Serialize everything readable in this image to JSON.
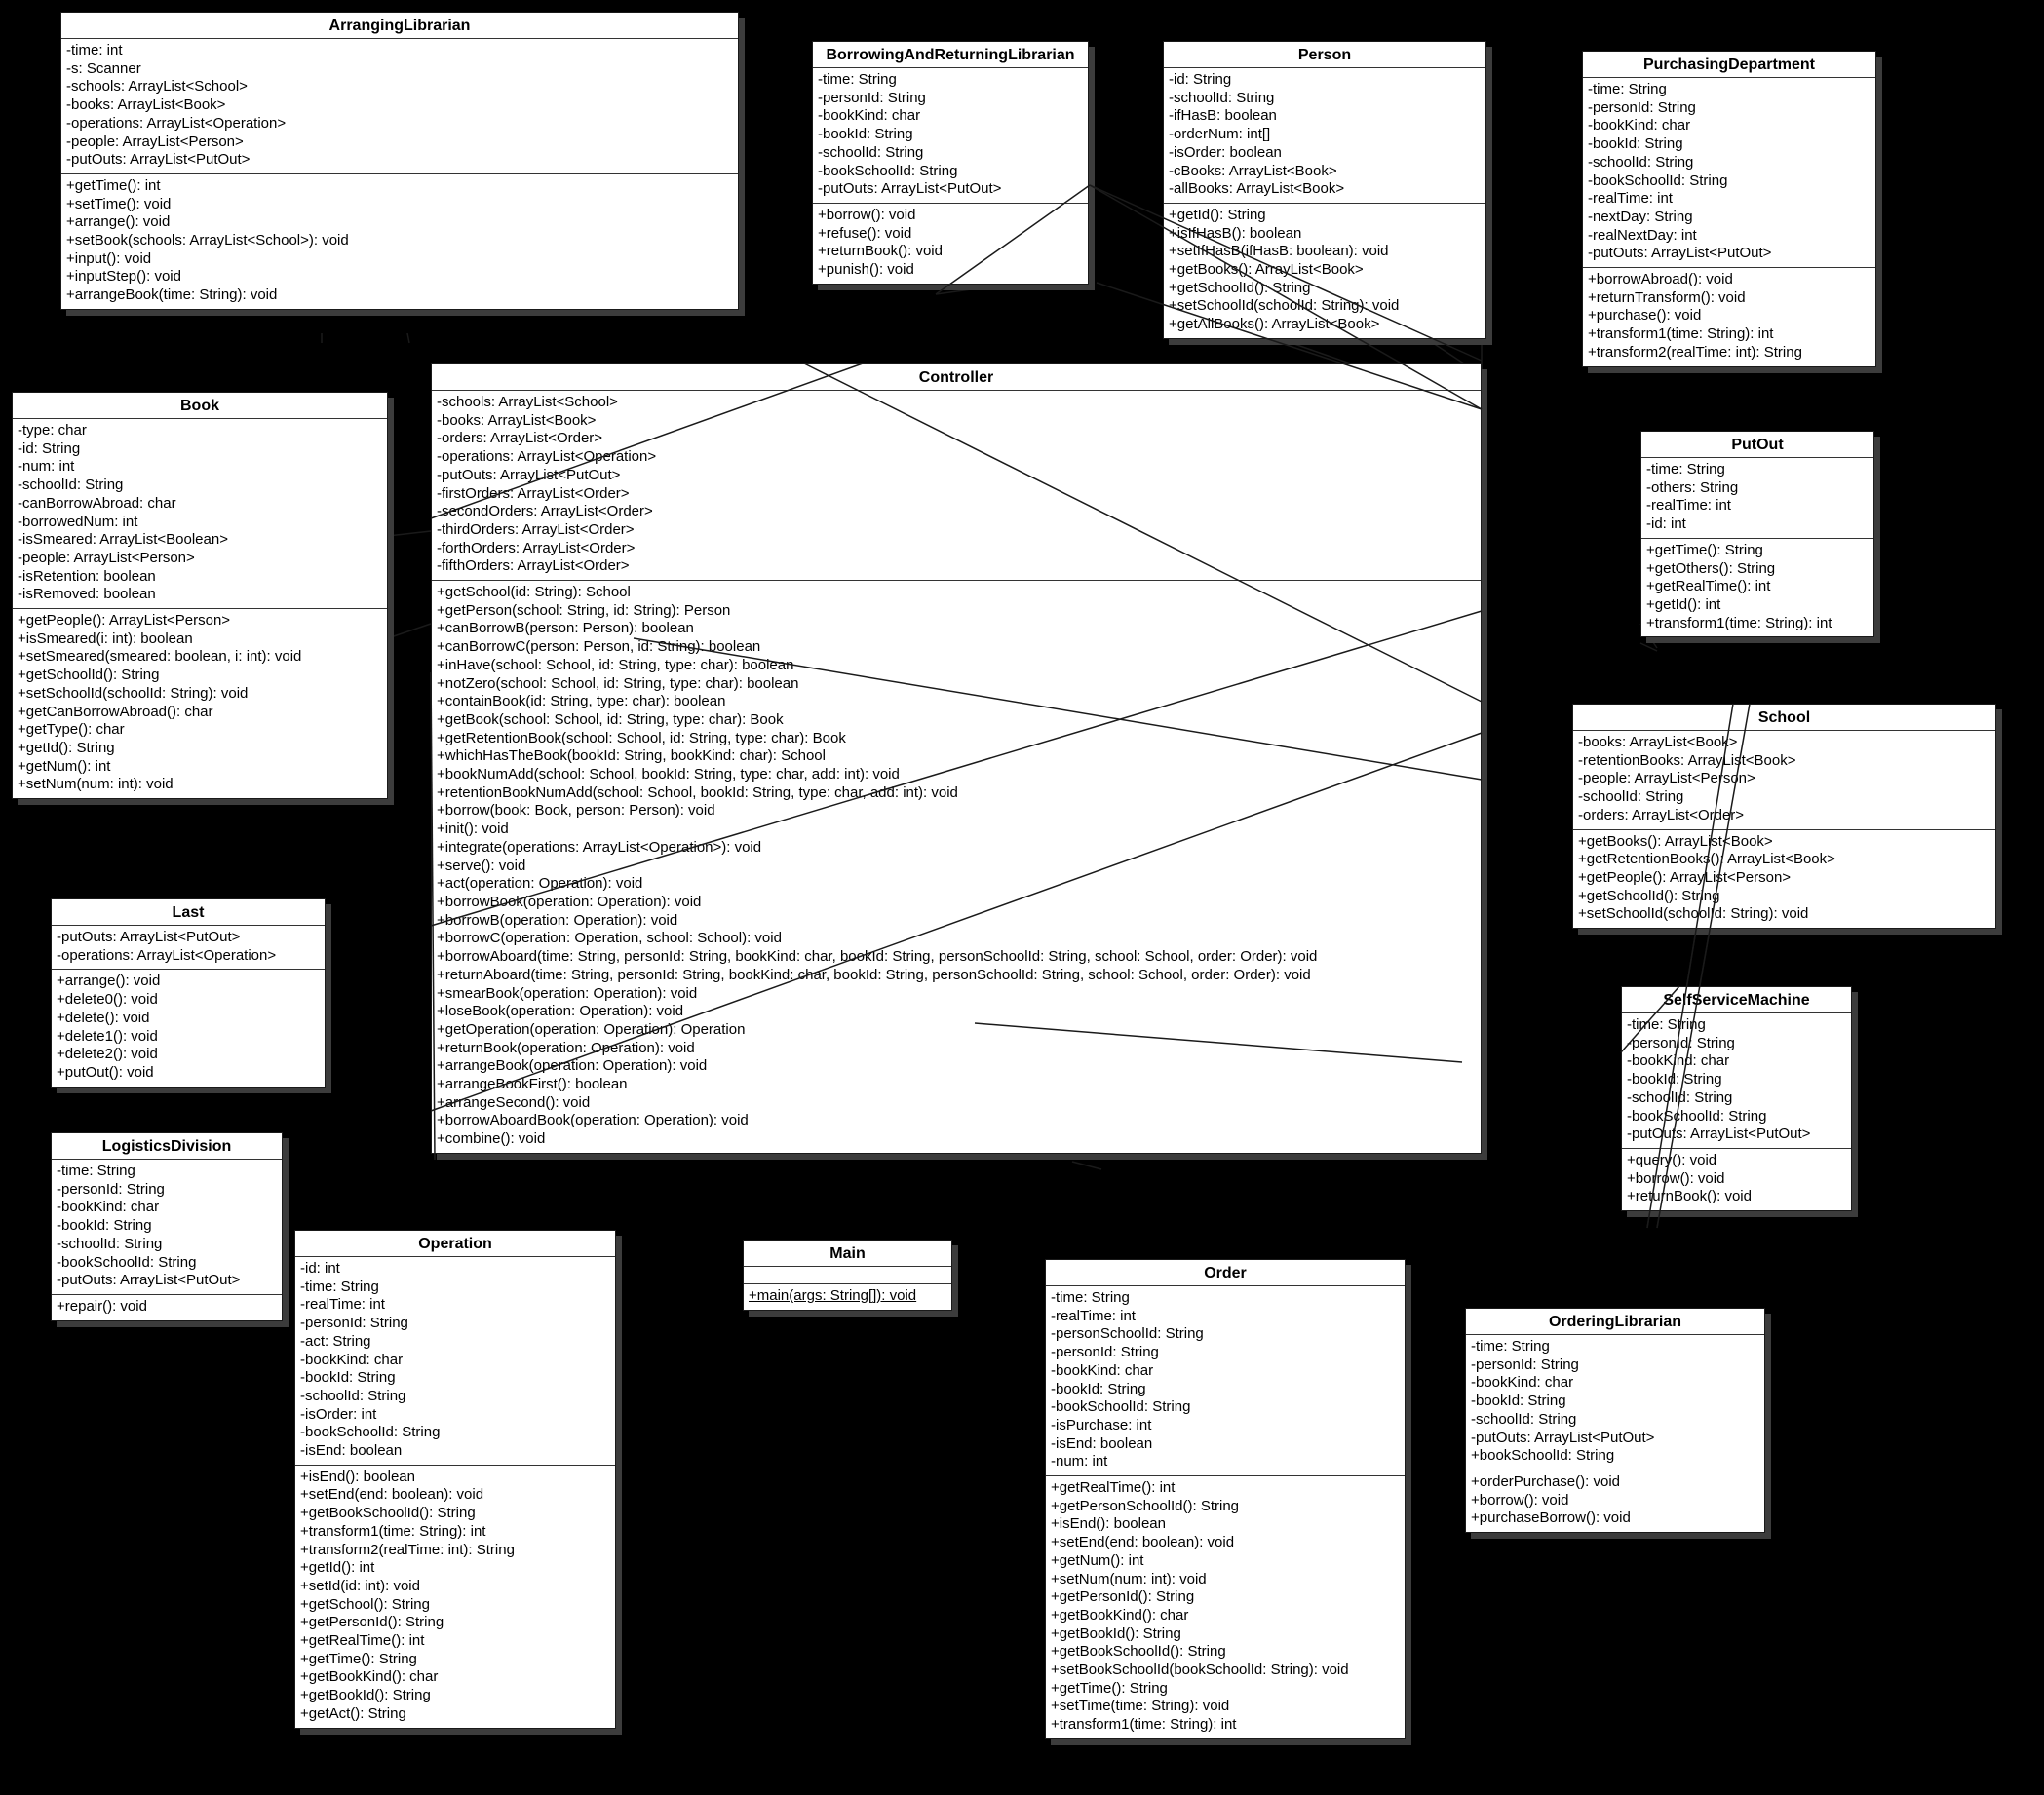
{
  "colors": {
    "background": "#000000",
    "box": "#ffffff",
    "line": "#1a1a1a",
    "shadow": "#3c3c3c"
  },
  "classes": {
    "ArrangingLibrarian": {
      "name": "ArrangingLibrarian",
      "attributes": [
        "-time: int",
        "-s: Scanner",
        "-schools: ArrayList<School>",
        "-books: ArrayList<Book>",
        "-operations: ArrayList<Operation>",
        "-people: ArrayList<Person>",
        "-putOuts: ArrayList<PutOut>"
      ],
      "methods": [
        "+getTime(): int",
        "+setTime(): void",
        "+arrange(): void",
        "+setBook(schools: ArrayList<School>): void",
        "+input(): void",
        "+inputStep(): void",
        "+arrangeBook(time: String): void"
      ]
    },
    "BorrowingAndReturningLibrarian": {
      "name": "BorrowingAndReturningLibrarian",
      "attributes": [
        "-time: String",
        "-personId: String",
        "-bookKind: char",
        "-bookId: String",
        "-schoolId: String",
        "-bookSchoolId: String",
        "-putOuts: ArrayList<PutOut>"
      ],
      "methods": [
        "+borrow(): void",
        "+refuse(): void",
        "+returnBook(): void",
        "+punish(): void"
      ]
    },
    "Person": {
      "name": "Person",
      "attributes": [
        "-id: String",
        "-schoolId: String",
        "-ifHasB: boolean",
        "-orderNum: int[]",
        "-isOrder: boolean",
        "-cBooks: ArrayList<Book>",
        "-allBooks: ArrayList<Book>"
      ],
      "methods": [
        "+getId(): String",
        "+isIfHasB(): boolean",
        "+setIfHasB(ifHasB: boolean): void",
        "+getBooks(): ArrayList<Book>",
        "+getSchoolId(): String",
        "+setSchoolId(schoolId: String): void",
        "+getAllBooks(): ArrayList<Book>"
      ]
    },
    "PurchasingDepartment": {
      "name": "PurchasingDepartment",
      "attributes": [
        "-time: String",
        "-personId: String",
        "-bookKind: char",
        "-bookId: String",
        "-schoolId: String",
        "-bookSchoolId: String",
        "-realTime: int",
        "-nextDay: String",
        "-realNextDay: int",
        "-putOuts: ArrayList<PutOut>"
      ],
      "methods": [
        "+borrowAbroad(): void",
        "+returnTransform(): void",
        "+purchase(): void",
        "+transform1(time: String): int",
        "+transform2(realTime: int): String"
      ]
    },
    "Book": {
      "name": "Book",
      "attributes": [
        "-type: char",
        "-id: String",
        "-num: int",
        "-schoolId: String",
        "-canBorrowAbroad: char",
        "-borrowedNum: int",
        "-isSmeared: ArrayList<Boolean>",
        "-people: ArrayList<Person>",
        "-isRetention: boolean",
        "-isRemoved: boolean"
      ],
      "methods": [
        "+getPeople(): ArrayList<Person>",
        "+isSmeared(i: int): boolean",
        "+setSmeared(smeared: boolean, i: int): void",
        "+getSchoolId(): String",
        "+setSchoolId(schoolId: String): void",
        "+getCanBorrowAbroad(): char",
        "+getType(): char",
        "+getId(): String",
        "+getNum(): int",
        "+setNum(num: int): void"
      ]
    },
    "Controller": {
      "name": "Controller",
      "attributes": [
        "-schools: ArrayList<School>",
        "-books: ArrayList<Book>",
        "-orders: ArrayList<Order>",
        "-operations: ArrayList<Operation>",
        "-putOuts: ArrayList<PutOut>",
        "-firstOrders: ArrayList<Order>",
        "-secondOrders: ArrayList<Order>",
        "-thirdOrders: ArrayList<Order>",
        "-forthOrders: ArrayList<Order>",
        "-fifthOrders: ArrayList<Order>"
      ],
      "methods": [
        "+getSchool(id: String): School",
        "+getPerson(school: String, id: String): Person",
        "+canBorrowB(person: Person): boolean",
        "+canBorrowC(person: Person, id: String): boolean",
        "+inHave(school: School, id: String, type: char): boolean",
        "+notZero(school: School, id: String, type: char): boolean",
        "+containBook(id: String, type: char): boolean",
        "+getBook(school: School, id: String, type: char): Book",
        "+getRetentionBook(school: School, id: String, type: char): Book",
        "+whichHasTheBook(bookId: String, bookKind: char): School",
        "+bookNumAdd(school: School, bookId: String, type: char, add: int): void",
        "+retentionBookNumAdd(school: School, bookId: String, type: char, add: int): void",
        "+borrow(book: Book, person: Person): void",
        "+init(): void",
        "+integrate(operations: ArrayList<Operation>): void",
        "+serve(): void",
        "+act(operation: Operation): void",
        "+borrowBook(operation: Operation): void",
        "+borrowB(operation: Operation): void",
        "+borrowC(operation: Operation, school: School): void",
        "+borrowAboard(time: String, personId: String, bookKind: char, bookId: String, personSchoolId: String, school: School, order: Order): void",
        "+returnAboard(time: String, personId: String, bookKind: char, bookId: String, personSchoolId: String, school: School, order: Order): void",
        "+smearBook(operation: Operation): void",
        "+loseBook(operation: Operation): void",
        "+getOperation(operation: Operation): Operation",
        "+returnBook(operation: Operation): void",
        "+arrangeBook(operation: Operation): void",
        "+arrangeBookFirst(): boolean",
        "+arrangeSecond(): void",
        "+borrowAboardBook(operation: Operation): void",
        "+combine(): void"
      ]
    },
    "PutOut": {
      "name": "PutOut",
      "attributes": [
        "-time: String",
        "-others: String",
        "-realTime: int",
        "-id: int"
      ],
      "methods": [
        "+getTime(): String",
        "+getOthers(): String",
        "+getRealTime(): int",
        "+getId(): int",
        "+transform1(time: String): int"
      ]
    },
    "School": {
      "name": "School",
      "attributes": [
        "-books: ArrayList<Book>",
        "-retentionBooks: ArrayList<Book>",
        "-people: ArrayList<Person>",
        "-schoolId: String",
        "-orders: ArrayList<Order>"
      ],
      "methods": [
        "+getBooks(): ArrayList<Book>",
        "+getRetentionBooks(): ArrayList<Book>",
        "+getPeople(): ArrayList<Person>",
        "+getSchoolId(): String",
        "+setSchoolId(schoolId: String): void"
      ]
    },
    "Last": {
      "name": "Last",
      "attributes": [
        "-putOuts: ArrayList<PutOut>",
        "-operations: ArrayList<Operation>"
      ],
      "methods": [
        "+arrange(): void",
        "+delete0(): void",
        "+delete(): void",
        "+delete1(): void",
        "+delete2(): void",
        "+putOut(): void"
      ]
    },
    "SelfServiceMachine": {
      "name": "SelfServiceMachine",
      "attributes": [
        "-time: String",
        "-personId: String",
        "-bookKind: char",
        "-bookId: String",
        "-schoolId: String",
        "-bookSchoolId: String",
        "-putOuts: ArrayList<PutOut>"
      ],
      "methods": [
        "+query(): void",
        "+borrow(): void",
        "+returnBook(): void"
      ]
    },
    "LogisticsDivision": {
      "name": "LogisticsDivision",
      "attributes": [
        "-time: String",
        "-personId: String",
        "-bookKind: char",
        "-bookId: String",
        "-schoolId: String",
        "-bookSchoolId: String",
        "-putOuts: ArrayList<PutOut>"
      ],
      "methods": [
        "+repair(): void"
      ]
    },
    "Operation": {
      "name": "Operation",
      "attributes": [
        "-id: int",
        "-time: String",
        "-realTime: int",
        "-personId: String",
        "-act: String",
        "-bookKind: char",
        "-bookId: String",
        "-schoolId: String",
        "-isOrder: int",
        "-bookSchoolId: String",
        "-isEnd: boolean"
      ],
      "methods": [
        "+isEnd(): boolean",
        "+setEnd(end: boolean): void",
        "+getBookSchoolId(): String",
        "+transform1(time: String): int",
        "+transform2(realTime: int): String",
        "+getId(): int",
        "+setId(id: int): void",
        "+getSchool(): String",
        "+getPersonId(): String",
        "+getRealTime(): int",
        "+getTime(): String",
        "+getBookKind(): char",
        "+getBookId(): String",
        "+getAct(): String"
      ]
    },
    "Main": {
      "name": "Main",
      "attributes": [],
      "methods": [
        "+main(args: String[]): void"
      ]
    },
    "Order": {
      "name": "Order",
      "attributes": [
        "-time: String",
        "-realTime: int",
        "-personSchoolId: String",
        "-personId: String",
        "-bookKind: char",
        "-bookId: String",
        "-bookSchoolId: String",
        "-isPurchase: int",
        "-isEnd: boolean",
        "-num: int"
      ],
      "methods": [
        "+getRealTime(): int",
        "+getPersonSchoolId(): String",
        "+isEnd(): boolean",
        "+setEnd(end: boolean): void",
        "+getNum(): int",
        "+setNum(num: int): void",
        "+getPersonId(): String",
        "+getBookKind(): char",
        "+getBookId(): String",
        "+getBookSchoolId(): String",
        "+setBookSchoolId(bookSchoolId: String): void",
        "+getTime(): String",
        "+setTime(time: String): void",
        "+transform1(time: String): int"
      ]
    },
    "OrderingLibrarian": {
      "name": "OrderingLibrarian",
      "attributes": [
        "-time: String",
        "-personId: String",
        "-bookKind: char",
        "-bookId: String",
        "-schoolId: String",
        "-putOuts: ArrayList<PutOut>",
        "+bookSchoolId: String"
      ],
      "methods": [
        "+orderPurchase(): void",
        "+borrow(): void",
        "+purchaseBorrow(): void"
      ]
    }
  }
}
